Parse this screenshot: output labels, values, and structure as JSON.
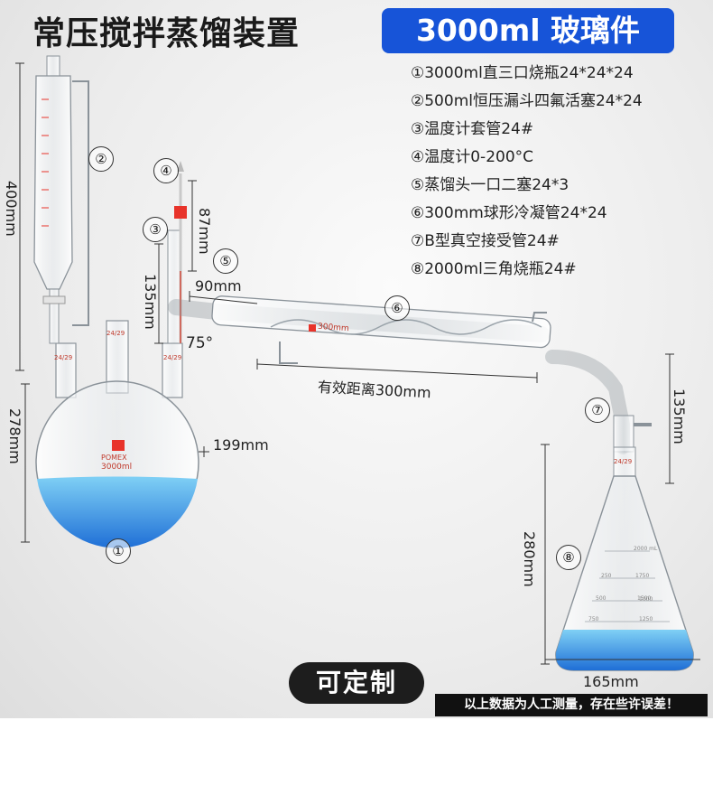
{
  "title": "常压搅拌蒸馏装置",
  "badge": "3000ml 玻璃件",
  "parts": [
    "①3000ml直三口烧瓶24*24*24",
    "②500ml恒压漏斗四氟活塞24*24",
    "③温度计套管24#",
    "④温度计0-200°C",
    "⑤蒸馏头一口二塞24*3",
    "⑥300mm球形冷凝管24*24",
    "⑦B型真空接受管24#",
    "⑧2000ml三角烧瓶24#"
  ],
  "markers": [
    "①",
    "②",
    "③",
    "④",
    "⑤",
    "⑥",
    "⑦",
    "⑧"
  ],
  "dimensions": {
    "funnel_height": "400mm",
    "flask_height": "278mm",
    "flask_diameter": "199mm",
    "thermo_top": "87mm",
    "thermo_adapter": "135mm",
    "head_arm": "90mm",
    "angle": "75°",
    "condenser_length": "有效距离300mm",
    "adapter_height": "135mm",
    "erlenmeyer_height": "280mm",
    "erlenmeyer_base": "165mm"
  },
  "glass_marks": {
    "flask_brand": "POMEX",
    "flask_volume": "3000ml",
    "joint": "24/29",
    "condenser_mark": "300mm",
    "erlenmeyer_scale": [
      "2000 mL",
      "1750",
      "1500",
      "1250",
      "1000"
    ],
    "erlenmeyer_scale_left": [
      "250",
      "500",
      "750"
    ]
  },
  "custom_label": "可定制",
  "footer_note": "以上数据为人工测量，存在些许误差！",
  "colors": {
    "accent": "#1754d8",
    "liquid": "#3aa2e8",
    "stopper": "#e8332a"
  }
}
